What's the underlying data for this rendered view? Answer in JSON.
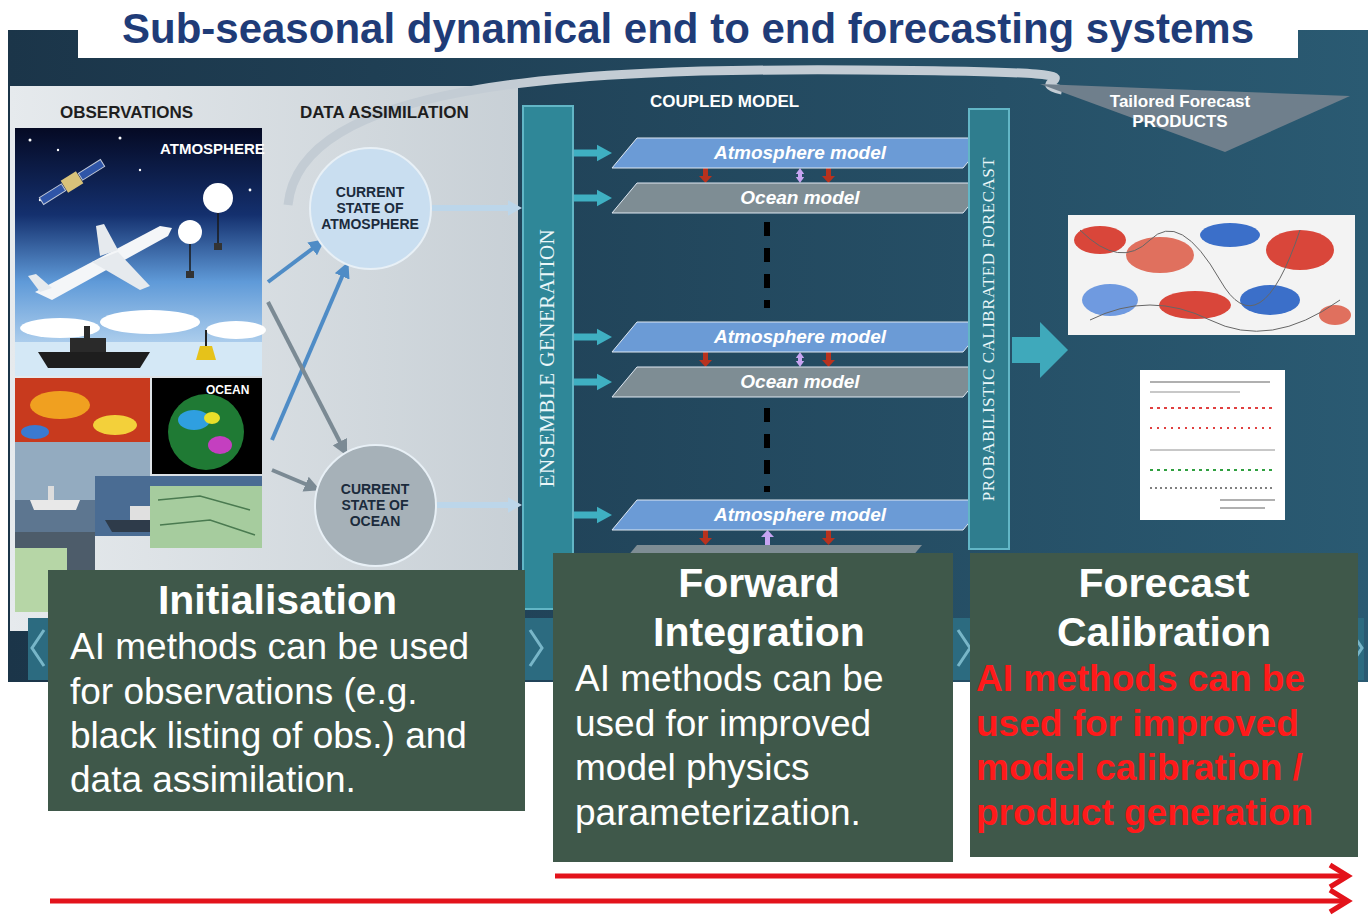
{
  "diagram": {
    "title": "Sub-seasonal dynamical end to end forecasting systems",
    "nodes": [
      {
        "text": [
          "CURRENT STATE OF ATMOSPHERE"
        ]
      },
      {
        "text": [
          "CURRENT STATE OF OCEAN"
        ]
      },
      {
        "text": [
          "ENSEMBLE GENERATION"
        ]
      },
      {
        "text": [
          "Atmosphere model"
        ]
      },
      {
        "text": [
          "Ocean model"
        ]
      },
      {
        "text": [
          "Atmosphere model"
        ]
      },
      {
        "text": [
          "Ocean model"
        ]
      },
      {
        "text": [
          "Atmosphere model"
        ]
      },
      {
        "text": [
          "PROBABILISTIC CALIBRATED FORECAST"
        ]
      },
      {
        "text": [
          "Initialisation",
          "AI methods can be used for observations (e.g. black listing of obs.) and data assimilation."
        ]
      },
      {
        "text": [
          "Forward Integration",
          "AI methods can be used for improved model physics parameterization."
        ]
      },
      {
        "text": [
          "Forecast Calibration",
          "AI methods can be used for improved model calibration / product generation"
        ]
      }
    ],
    "edges": [
      {
        "from": 0,
        "to": 2,
        "arrow": "to"
      },
      {
        "from": 1,
        "to": 2,
        "arrow": "to"
      },
      {
        "from": 2,
        "to": 3,
        "arrow": "to"
      },
      {
        "from": 2,
        "to": 4,
        "arrow": "to"
      },
      {
        "from": 2,
        "to": 5,
        "arrow": "to"
      },
      {
        "from": 2,
        "to": 6,
        "arrow": "to"
      },
      {
        "from": 2,
        "to": 7,
        "arrow": "to"
      },
      {
        "from": 3,
        "to": 4,
        "arrow": "both"
      },
      {
        "from": 5,
        "to": 6,
        "arrow": "both"
      },
      {
        "from": 3,
        "to": 8,
        "arrow": "to"
      },
      {
        "from": 4,
        "to": 8,
        "arrow": "to"
      },
      {
        "from": 5,
        "to": 8,
        "arrow": "to"
      },
      {
        "from": 6,
        "to": 8,
        "arrow": "to"
      },
      {
        "from": 7,
        "to": 8,
        "arrow": "to"
      }
    ],
    "labels": [
      "OBSERVATIONS",
      "DATA ASSIMILATION",
      "ATMOSPHERE",
      "OCEAN",
      "COUPLED MODEL",
      "Tailored Forecast PRODUCTS"
    ]
  }
}
